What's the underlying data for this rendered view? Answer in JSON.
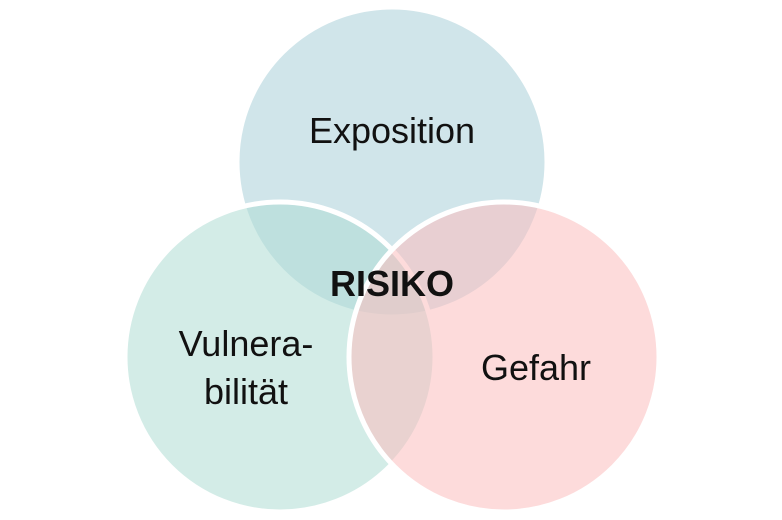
{
  "diagram": {
    "center_label": "RISIKO",
    "circles": [
      {
        "id": "exposition",
        "label": "Exposition",
        "fill": "#a9cfd9",
        "stroke": "#ffffff"
      },
      {
        "id": "vulnerabilitaet",
        "label_line1": "Vulnera-",
        "label_line2": "bilität",
        "fill": "#afddd4",
        "stroke": "#ffffff"
      },
      {
        "id": "gefahr",
        "label": "Gefahr",
        "fill": "#fbbdbe",
        "stroke": "#ffffff"
      }
    ]
  }
}
